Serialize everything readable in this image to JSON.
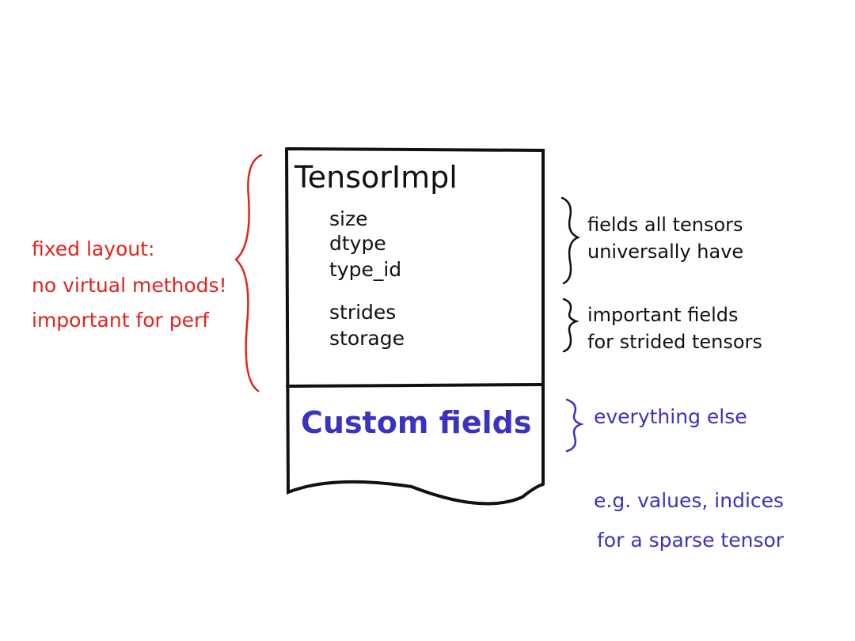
{
  "colors": {
    "ink": "#111111",
    "red": "#e0231d",
    "blue": "#3a33bd"
  },
  "box": {
    "title": "TensorImpl",
    "universal_fields": [
      "size",
      "dtype",
      "type_id"
    ],
    "strided_fields": [
      "strides",
      "storage"
    ],
    "custom_label": "Custom fields"
  },
  "annotations": {
    "universal": [
      "fields all tensors",
      "universally have"
    ],
    "strided": [
      "important fields",
      "for strided tensors"
    ],
    "custom": "everything else",
    "example": [
      "e.g. values, indices",
      "for a sparse tensor"
    ],
    "fixed_layout": [
      "fixed layout:",
      "no virtual methods!",
      "important for perf"
    ]
  }
}
